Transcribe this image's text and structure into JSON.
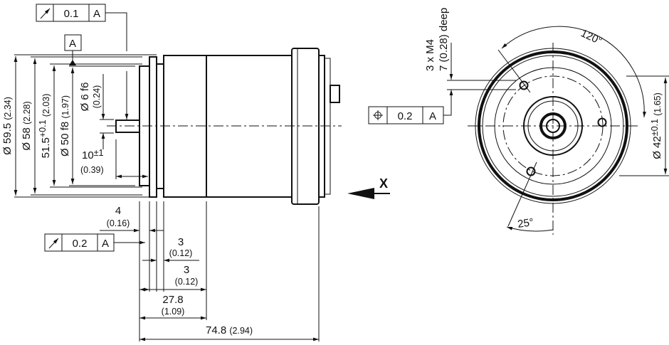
{
  "title": "Encoder dimensional drawing",
  "tolerance_frames": {
    "runout_top": {
      "symbol": "runout-arrow",
      "value": "0.1",
      "datum": "A"
    },
    "runout_bottom": {
      "symbol": "runout-arrow",
      "value": "0.2",
      "datum": "A"
    },
    "position": {
      "symbol": "position",
      "value": "0.2",
      "datum": "A"
    }
  },
  "datum_label": "A",
  "side_view": {
    "dia_595": "Ø 59.5",
    "dia_595_in": "(2.34)",
    "dia_58": "Ø 58",
    "dia_58_in": "(2.28)",
    "dia_515": "51.5",
    "dia_515_tol": "+0.1",
    "dia_515_in": "(2.03)",
    "dia_50": "Ø 50 f8",
    "dia_50_in": "(1.97)",
    "dia_6": "Ø 6 f6",
    "dia_6_in": "(0.24)",
    "shaft_len": "10",
    "shaft_len_tol": "±1",
    "shaft_len_in": "(0.39)",
    "dim_4": "4",
    "dim_4_in": "(0.16)",
    "dim_3a": "3",
    "dim_3a_in": "(0.12)",
    "dim_3b": "3",
    "dim_3b_in": "(0.12)",
    "dim_278": "27.8",
    "dim_278_in": "(1.09)",
    "dim_748": "74.8",
    "dim_748_in": "(2.94)",
    "view_label": "X"
  },
  "front_view": {
    "thread_line1": "3 x M4",
    "thread_line2": "7 (0.28) deep",
    "angle_120": "120°",
    "angle_25": "25°",
    "dia_42": "Ø 42",
    "dia_42_tol": "±0.1",
    "dia_42_in": "(1.65)"
  }
}
